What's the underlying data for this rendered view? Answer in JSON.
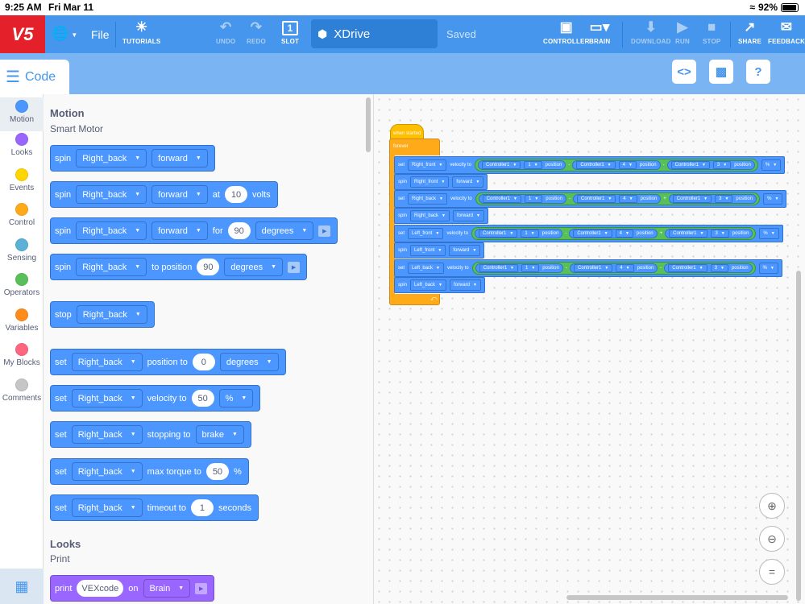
{
  "status": {
    "time": "9:25 AM",
    "date": "Fri Mar 11",
    "battery": "92%"
  },
  "toolbar": {
    "logo": "V5",
    "file": "File",
    "tutorials": "TUTORIALS",
    "undo": "UNDO",
    "redo": "REDO",
    "slot": "SLOT",
    "slot_number": "1",
    "project_name": "XDrive",
    "saved": "Saved",
    "controller": "CONTROLLER",
    "brain": "BRAIN",
    "download": "DOWNLOAD",
    "run": "RUN",
    "stop": "STOP",
    "share": "SHARE",
    "feedback": "FEEDBACK"
  },
  "subbar": {
    "code_tab": "Code"
  },
  "categories": [
    {
      "label": "Motion",
      "color": "#4c97ff"
    },
    {
      "label": "Looks",
      "color": "#9966ff"
    },
    {
      "label": "Events",
      "color": "#ffd500"
    },
    {
      "label": "Control",
      "color": "#ffab19"
    },
    {
      "label": "Sensing",
      "color": "#5cb1d6"
    },
    {
      "label": "Operators",
      "color": "#59c059"
    },
    {
      "label": "Variables",
      "color": "#ff8c1a"
    },
    {
      "label": "My Blocks",
      "color": "#ff6680"
    },
    {
      "label": "Comments",
      "color": "#c6c6c6"
    }
  ],
  "palette": {
    "motion_title": "Motion",
    "motion_sub": "Smart Motor",
    "looks_title": "Looks",
    "looks_sub": "Print",
    "motor": "Right_back",
    "b_spin": "spin",
    "b_forward": "forward",
    "b_at": "at",
    "b_volts_val": "10",
    "b_volts": "volts",
    "b_for": "for",
    "b_deg_val": "90",
    "b_degrees": "degrees",
    "b_to_position": "to position",
    "b_pos_val": "90",
    "b_stop": "stop",
    "b_set": "set",
    "b_position_to": "position to",
    "b_position_val": "0",
    "b_velocity_to": "velocity to",
    "b_velocity_val": "50",
    "b_percent": "%",
    "b_stopping_to": "stopping to",
    "b_brake": "brake",
    "b_max_torque_to": "max torque to",
    "b_torque_val": "50",
    "b_timeout_to": "timeout to",
    "b_timeout_val": "1",
    "b_seconds": "seconds",
    "b_print": "print",
    "b_print_val": "VEXcode",
    "b_on": "on",
    "b_brain": "Brain"
  },
  "workspace": {
    "when_started": "when started",
    "forever": "forever",
    "set": "set",
    "spin": "spin",
    "velocity_to": "velocity to",
    "controller": "Controller1",
    "position": "position",
    "forward": "forward",
    "percent": "%",
    "minus": "-",
    "plus": "+",
    "axis1": "1",
    "axis3": "3",
    "axis4": "4",
    "rows": [
      {
        "motor": "Right_front",
        "op1": "-",
        "op2": "-"
      },
      {
        "motor": "Right_back",
        "op1": "-",
        "op2": "+"
      },
      {
        "motor": "Left_front",
        "op1": "-",
        "op2": "+"
      },
      {
        "motor": "Left_back",
        "op1": "-",
        "op2": "-"
      }
    ]
  }
}
